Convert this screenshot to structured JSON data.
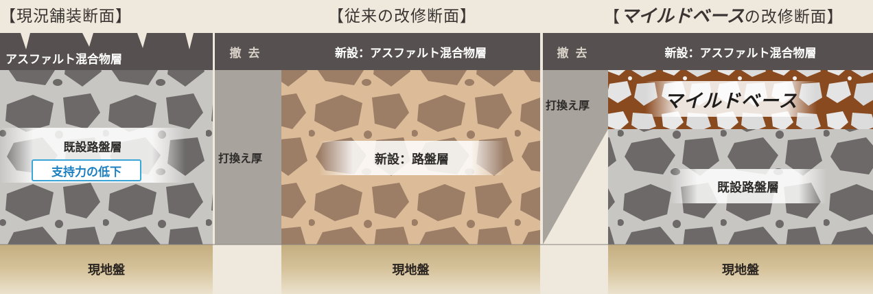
{
  "titles": {
    "current": "【現況舗装断面】",
    "conventional": "【従来の改修断面】",
    "mildbase_open": "【",
    "mildbase_brand": "マイルドベース",
    "mildbase_rest": "の改修断面】"
  },
  "panel1": {
    "asphalt_label": "アスファルト混合物層",
    "base_label": "既設路盤層",
    "callout": "支持力の低下",
    "ground_label": "現地盤"
  },
  "gap1": {
    "remove_label": "撤去",
    "thickness_label": "打換え厚"
  },
  "panel2": {
    "asphalt_label": "新設：アスファルト混合物層",
    "base_label": "新設：路盤層",
    "ground_label": "現地盤"
  },
  "gap2": {
    "remove_label": "撤去",
    "thickness_label": "打換え厚"
  },
  "panel3": {
    "asphalt_label": "新設：アスファルト混合物層",
    "mildbase_label": "マイルドベース",
    "base_label": "既設路盤層",
    "ground_label": "現地盤"
  },
  "colors": {
    "asphalt": "#575050",
    "gray_base_bg": "#c8c6c3",
    "gray_stone": "#6a6766",
    "brown_base_bg": "#dcbc98",
    "brown_stone": "#9a7b63",
    "mildbase_matrix": "#8a4a20",
    "mildbase_stone": "#e6e6e6",
    "ground": "#d3bf95",
    "gap_fill": "#a8a39c",
    "callout_border": "#3aa6d8"
  }
}
